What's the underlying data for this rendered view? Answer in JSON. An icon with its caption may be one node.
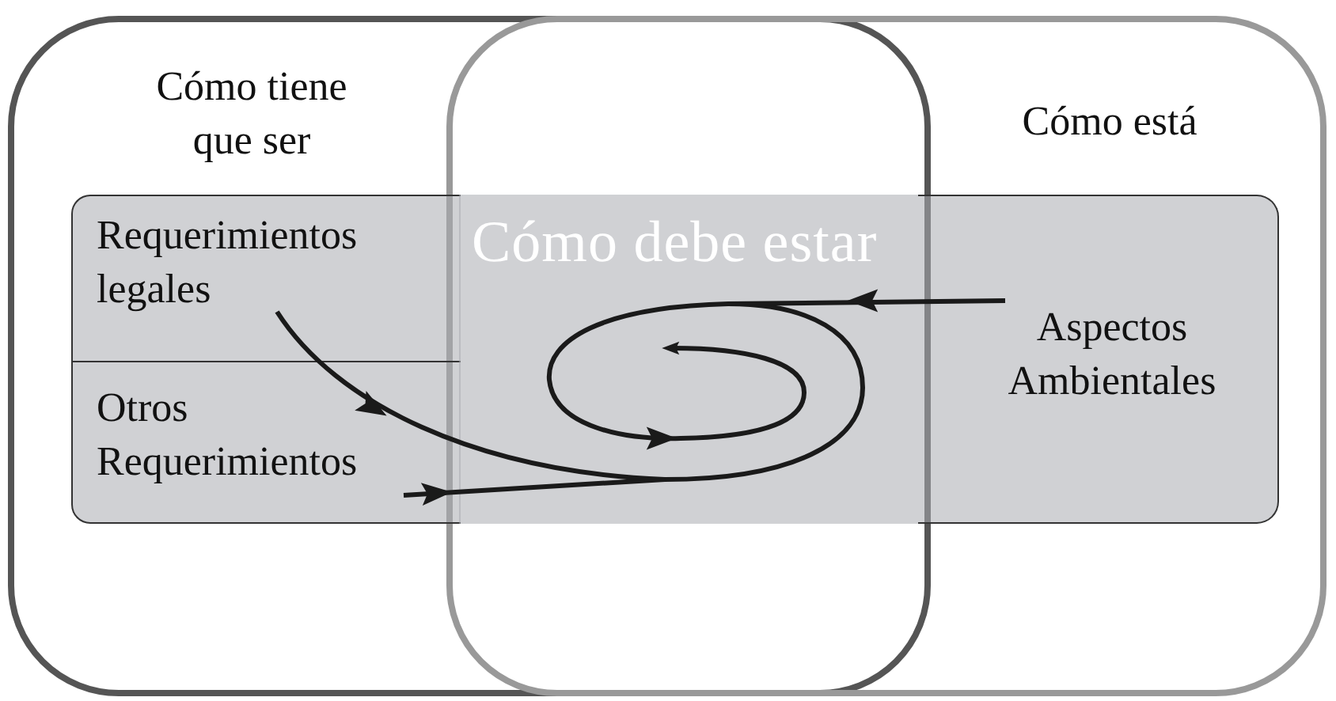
{
  "diagram": {
    "nodes": [
      {
        "text": [
          "Cómo tiene que ser"
        ]
      },
      {
        "text": [
          "Cómo está"
        ]
      },
      {
        "text": [
          "Requerimientos legales"
        ],
        "in": 0
      },
      {
        "text": [
          "Otros Requerimientos"
        ],
        "in": 0
      },
      {
        "text": [
          "Aspectos Ambientales"
        ],
        "in": 1
      },
      {
        "text": [
          "Cómo debe estar"
        ]
      }
    ],
    "edges": [
      {
        "from": 2,
        "to": 5,
        "arrow": "to"
      },
      {
        "from": 3,
        "to": 5,
        "arrow": "to"
      },
      {
        "from": 4,
        "to": 5,
        "arrow": "to"
      }
    ]
  }
}
